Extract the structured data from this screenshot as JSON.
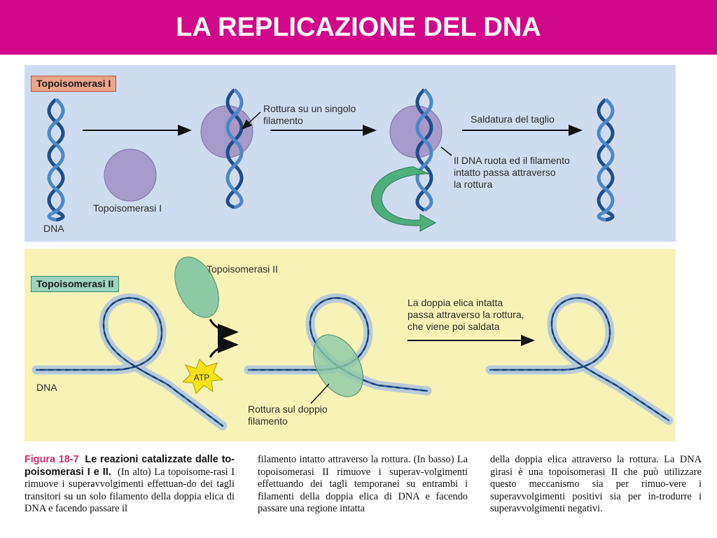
{
  "slide": {
    "title": "LA REPLICAZIONE DEL DNA"
  },
  "top_panel": {
    "tag": "Topoisomerasi I",
    "dna_label": "DNA",
    "enzyme_label": "Topoisomerasi I",
    "break_label": "Rottura su un singolo\nfilamento",
    "seal_label": "Saldatura del taglio",
    "rotate_label": "Il DNA ruota ed il filamento\nintatto passa attraverso\nla rottura"
  },
  "bottom_panel": {
    "tag": "Topoisomerasi II",
    "enzyme_label": "Topoisomerasi II",
    "dna_label": "DNA",
    "atp_label": "ATP",
    "pass_label": "La doppia elica intatta\npassa attraverso la rottura,\nche viene poi saldata",
    "double_break_label": "Rottura sul doppio\nfilamento"
  },
  "caption": {
    "figure_number": "Figura 18-7",
    "heading": "Le reazioni catalizzate dalle to-poisomerasi I e II.",
    "col1_rest": "(In alto) La topoisome-rasi I rimuove i superavvolgimenti effettuan-do dei tagli transitori su un solo filamento della doppia elica di DNA e facendo passare il",
    "col2": "filamento intatto attraverso la rottura. (In basso) La topoisomerasi II rimuove i superav-volgimenti effettuando dei tagli temporanei su entrambi i filamenti della doppia elica di DNA e facendo passare una regione intatta",
    "col3": "della doppia elica attraverso la rottura. La DNA girasi è una topoisomerasi II che può utilizzare questo meccanismo sia per rimuo-vere i superavvolgimenti positivi sia per in-trodurre i superavvolgimenti negativi."
  },
  "colors": {
    "title_bar": "#d1088a",
    "top_panel_bg": "#cfdcf0",
    "bottom_panel_bg": "#f7f3b7",
    "enzyme_1": "#a59ac9",
    "enzyme_2": "#8cc9a5",
    "dna_strand": "#2a5c9a",
    "atp_burst": "#f5e21a",
    "rotation_arrow": "#4fae7d"
  }
}
